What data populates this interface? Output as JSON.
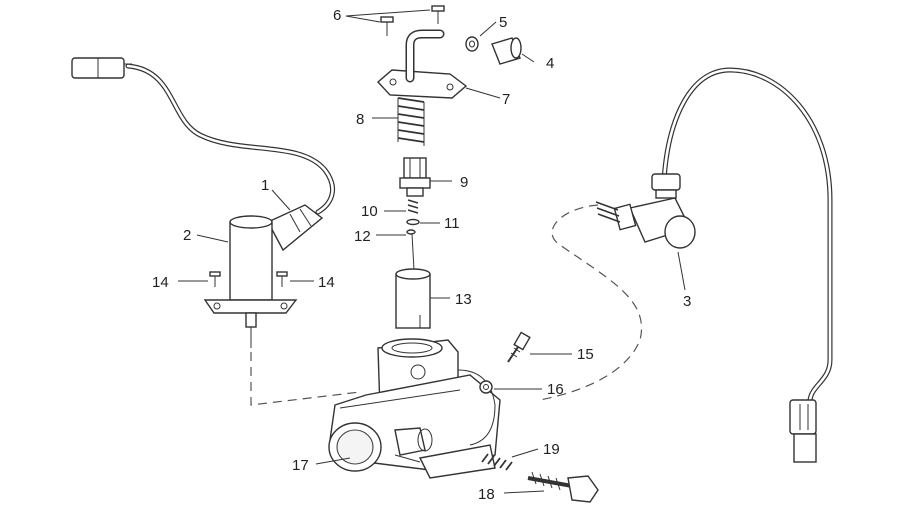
{
  "callouts": {
    "c1": "1",
    "c2": "2",
    "c3": "3",
    "c4": "4",
    "c5": "5",
    "c6": "6",
    "c7": "7",
    "c8": "8",
    "c9": "9",
    "c10": "10",
    "c11": "11",
    "c12": "12",
    "c13": "13",
    "c14a": "14",
    "c14b": "14",
    "c15": "15",
    "c16": "16",
    "c17": "17",
    "c18": "18",
    "c19": "19"
  },
  "colors": {
    "line": "#333333",
    "paper": "#ffffff"
  }
}
